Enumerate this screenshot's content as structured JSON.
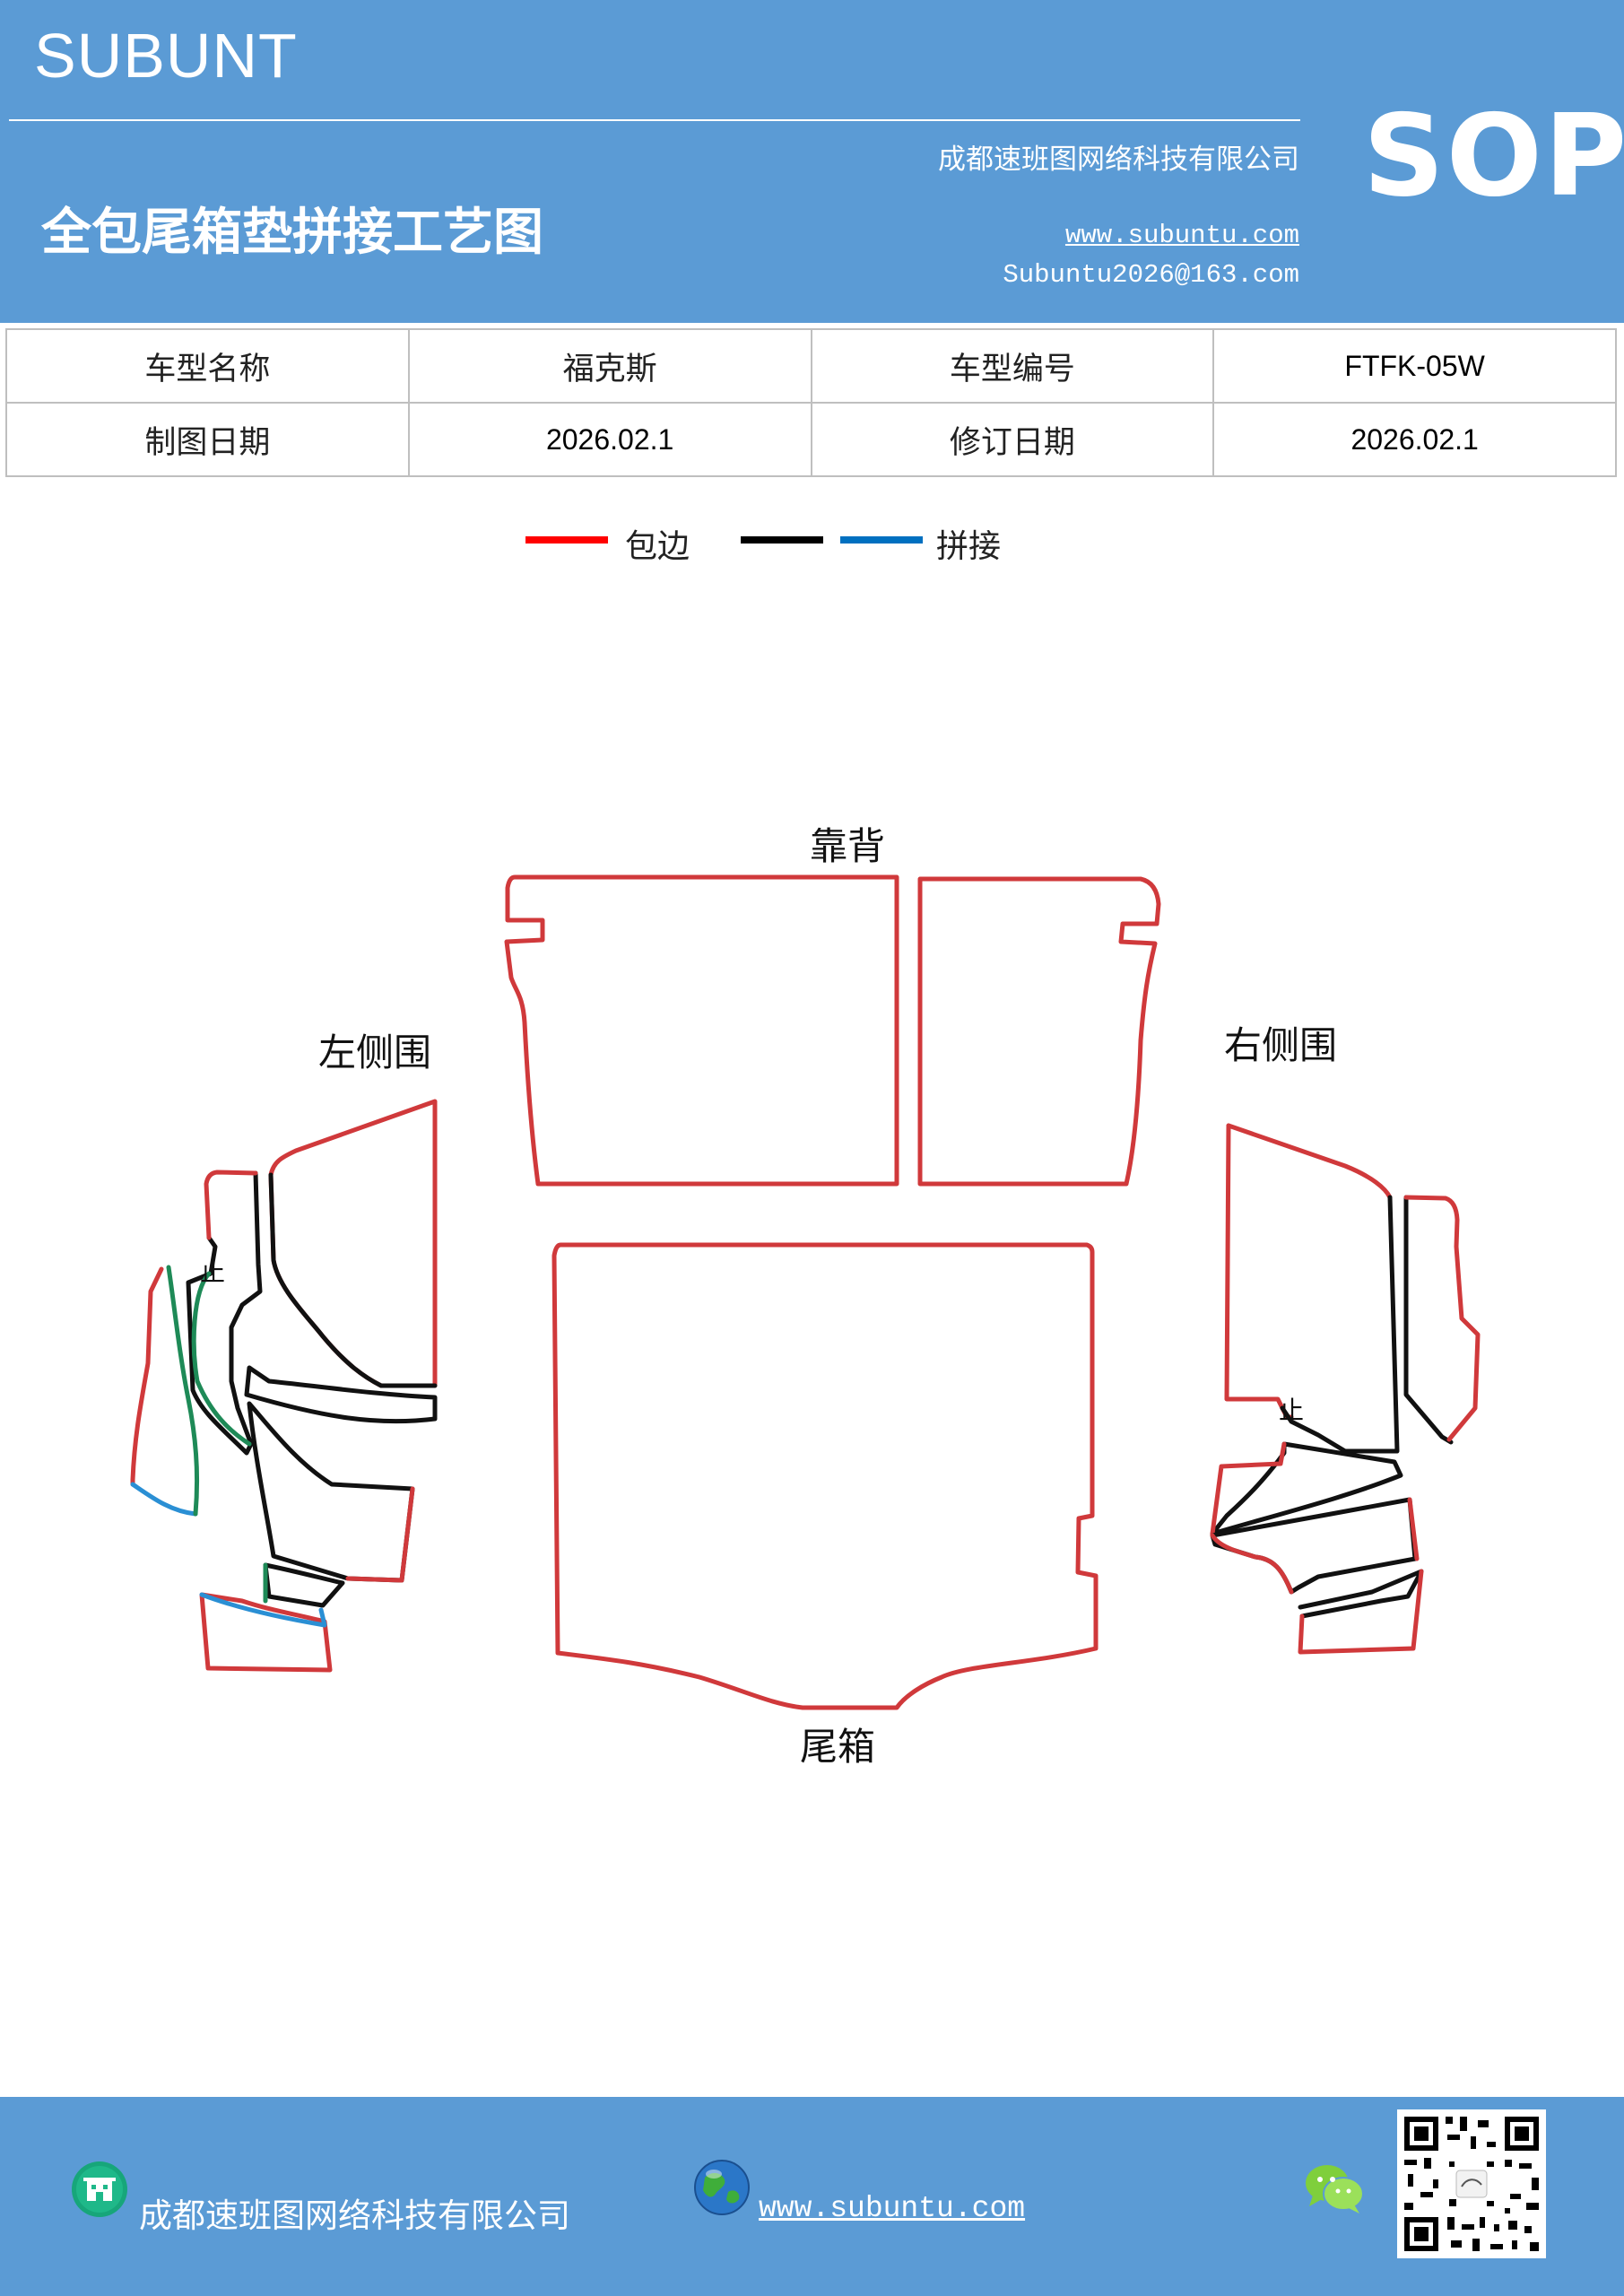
{
  "header": {
    "brand": "SUBUNT",
    "company": "成都速班图网络科技有限公司",
    "title": "全包尾箱垫拼接工艺图",
    "website": "www.subuntu.com",
    "email": "Subuntu2026@163.com",
    "doc_type": "SOP"
  },
  "info_table": {
    "model_name_label": "车型名称",
    "model_name_value": "福克斯",
    "model_code_label": "车型编号",
    "model_code_value": "FTFK-05W",
    "draw_date_label": "制图日期",
    "draw_date_value": "2026.02.1",
    "revise_date_label": "修订日期",
    "revise_date_value": "2026.02.1"
  },
  "legend": {
    "items": [
      {
        "label": "包边",
        "color": "#ff0000"
      },
      {
        "label": "拼接",
        "colors": [
          "#000000",
          "#0070c0"
        ]
      }
    ]
  },
  "diagram": {
    "labels": {
      "backrest": "靠背",
      "left_side": "左侧围",
      "right_side": "右侧围",
      "trunk": "尾箱",
      "stop_left": "止",
      "stop_right": "止"
    },
    "colors": {
      "edge_binding": "#d0393b",
      "seam_black": "#111111",
      "seam_blue": "#2a8fd4",
      "seam_green": "#1e8a57"
    }
  },
  "footer": {
    "company": "成都速班图网络科技有限公司",
    "website": "www.subuntu.com",
    "icons": [
      "building-icon",
      "globe-icon",
      "wechat-icon",
      "qr-code"
    ]
  }
}
